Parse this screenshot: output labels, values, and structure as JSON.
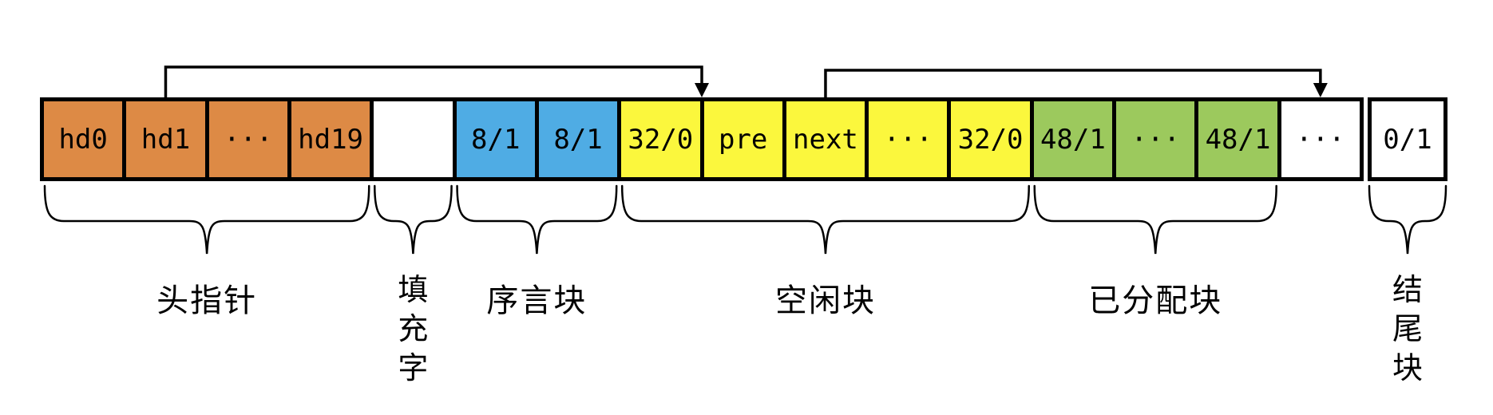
{
  "colors": {
    "orange": "#DD8A45",
    "blue": "#4FACE4",
    "yellow": "#FBF73D",
    "green": "#9CC95D",
    "white": "#FFFFFF",
    "line": "#000000"
  },
  "heap": {
    "cells": [
      {
        "key": "hd0",
        "label": "hd0",
        "color": "orange"
      },
      {
        "key": "hd1",
        "label": "hd1",
        "color": "orange"
      },
      {
        "key": "hd-ellipsis",
        "label": "···",
        "color": "orange"
      },
      {
        "key": "hd19",
        "label": "hd19",
        "color": "orange"
      },
      {
        "key": "padding",
        "label": "",
        "color": "white"
      },
      {
        "key": "prologue-header",
        "label": "8/1",
        "color": "blue"
      },
      {
        "key": "prologue-footer",
        "label": "8/1",
        "color": "blue"
      },
      {
        "key": "free-header",
        "label": "32/0",
        "color": "yellow"
      },
      {
        "key": "free-pre",
        "label": "pre",
        "color": "yellow"
      },
      {
        "key": "free-next",
        "label": "next",
        "color": "yellow"
      },
      {
        "key": "free-ellipsis",
        "label": "···",
        "color": "yellow"
      },
      {
        "key": "free-footer",
        "label": "32/0",
        "color": "yellow"
      },
      {
        "key": "alloc-header",
        "label": "48/1",
        "color": "green"
      },
      {
        "key": "alloc-ellipsis",
        "label": "···",
        "color": "green"
      },
      {
        "key": "alloc-footer",
        "label": "48/1",
        "color": "green"
      },
      {
        "key": "middle-ellipsis",
        "label": "···",
        "color": "white"
      }
    ],
    "epilogue_label": "0/1"
  },
  "arrows": [
    {
      "key": "hd1-pointer-arrow",
      "from_cell": 1,
      "to_boundary_cell": 8
    },
    {
      "key": "next-pointer-arrow",
      "from_cell": 9,
      "to_cell": 15
    }
  ],
  "braces": [
    {
      "key": "head-pointers",
      "label": "头指针",
      "from": 0,
      "to": 3,
      "orientation": "horizontal"
    },
    {
      "key": "padding-word",
      "label": "填充字",
      "from": 4,
      "to": 4,
      "orientation": "vertical"
    },
    {
      "key": "prologue-block",
      "label": "序言块",
      "from": 5,
      "to": 6,
      "orientation": "horizontal"
    },
    {
      "key": "free-block",
      "label": "空闲块",
      "from": 7,
      "to": 11,
      "orientation": "horizontal"
    },
    {
      "key": "allocated-block",
      "label": "已分配块",
      "from": 12,
      "to": 14,
      "orientation": "horizontal"
    },
    {
      "key": "epilogue-block",
      "label": "结尾块",
      "target": "epilogue",
      "orientation": "vertical"
    }
  ]
}
